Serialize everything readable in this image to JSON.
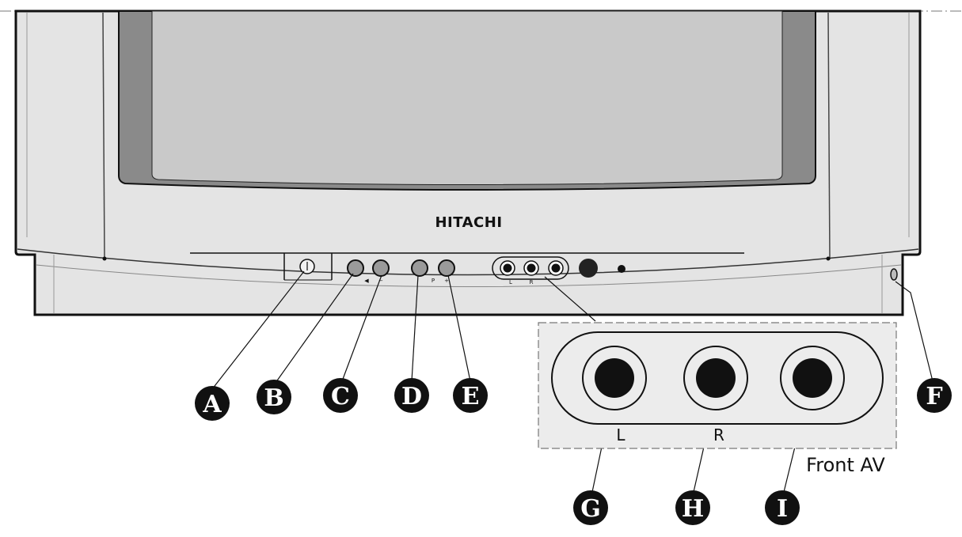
{
  "tv": {
    "brand": "HITACHI",
    "power_symbol": "⏻",
    "panel_marks": {
      "left": "◀",
      "minus": "−",
      "p": "P",
      "plus": "+"
    },
    "small_jack_labels": {
      "left": "L",
      "right": "R"
    }
  },
  "callouts": {
    "a": "A",
    "b": "B",
    "c": "C",
    "d": "D",
    "e": "E",
    "f": "F",
    "g": "G",
    "h": "H",
    "i": "I"
  },
  "front_av": {
    "left_label": "L",
    "right_label": "R",
    "caption": "Front AV"
  },
  "colors": {
    "outline": "#111111",
    "body": "#e4e4e4",
    "screen": "#c9c9c9",
    "screen_side": "#8a8a8a",
    "jack": "#111111",
    "inset_bg": "#ececec"
  }
}
